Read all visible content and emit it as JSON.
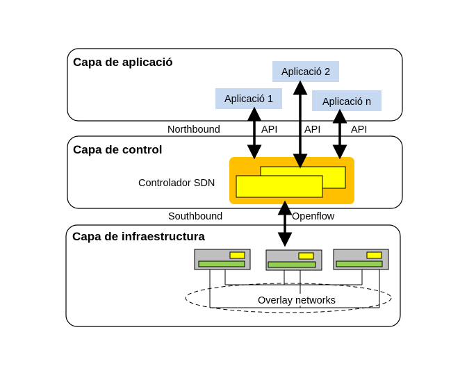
{
  "layers": {
    "application": {
      "title": "Capa de aplicació"
    },
    "control": {
      "title": "Capa de control"
    },
    "infrastructure": {
      "title": "Capa de infraestructura"
    }
  },
  "applications": [
    {
      "label": "Aplicació 1"
    },
    {
      "label": "Aplicació 2"
    },
    {
      "label": "Aplicació n"
    }
  ],
  "interfaces": {
    "northbound": "Northbound",
    "api_1": "API",
    "api_2": "API",
    "api_3": "API",
    "southbound": "Southbound",
    "openflow": "Openflow"
  },
  "controller": {
    "label": "Controlador SDN"
  },
  "overlay": {
    "label": "Overlay networks"
  },
  "colors": {
    "app_box": "#c6d9f1",
    "controller_bg": "#ffc000",
    "controller_module": "#ffff00",
    "switch_body": "#bfbfbf",
    "switch_bar": "#92d050",
    "switch_led": "#ffff00"
  }
}
